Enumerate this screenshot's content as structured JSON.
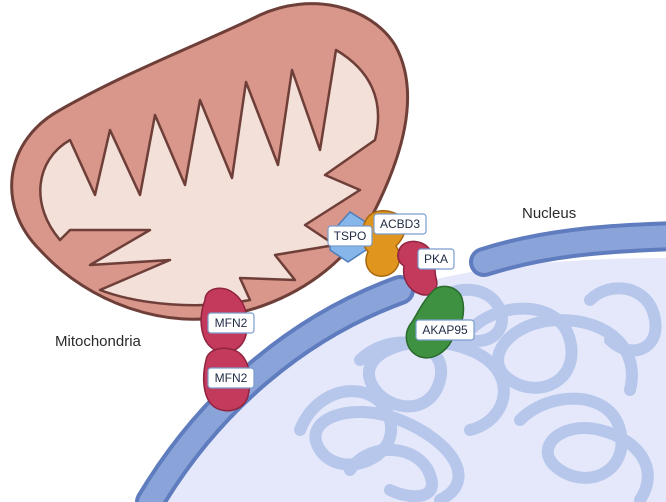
{
  "labels": {
    "mitochondria": "Mitochondria",
    "nucleus": "Nucleus"
  },
  "proteins": {
    "mfn2_top": "MFN2",
    "mfn2_bottom": "MFN2",
    "tspo": "TSPO",
    "acbd3": "ACBD3",
    "pka": "PKA",
    "akap95": "AKAP95"
  },
  "colors": {
    "mito_outer": "#d9968a",
    "mito_inner": "#f3e0d8",
    "mito_edge": "#6e3f38",
    "nucleus_fill": "#e4e8fa",
    "nuclear_envelope": "#7d97cf",
    "chromatin": "#a9bde6",
    "mfn2": "#c43a5c",
    "tspo": "#86b6ea",
    "acbd3": "#e0961e",
    "pka": "#c43a5c",
    "akap95": "#3e9140"
  }
}
